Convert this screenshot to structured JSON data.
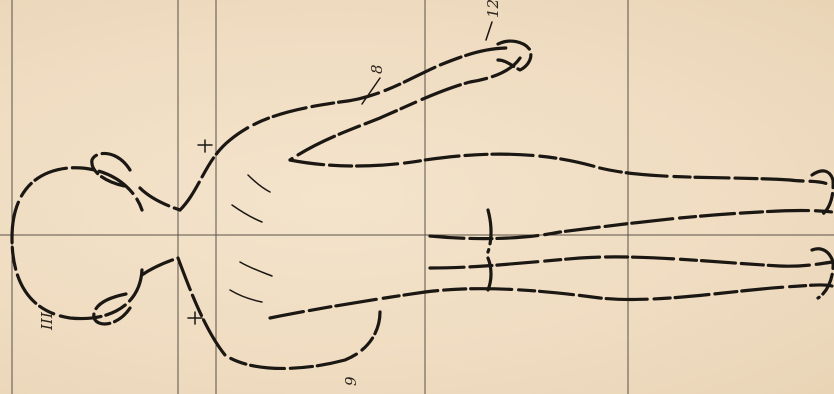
{
  "figure": {
    "marks": {
      "roman_numeral": "III",
      "point_12": "12",
      "point_8": "8",
      "point_9": "9"
    }
  },
  "colors": {
    "paper": "#f1dfc6",
    "ink": "#1b1713",
    "guide_line": "#5a5148"
  }
}
